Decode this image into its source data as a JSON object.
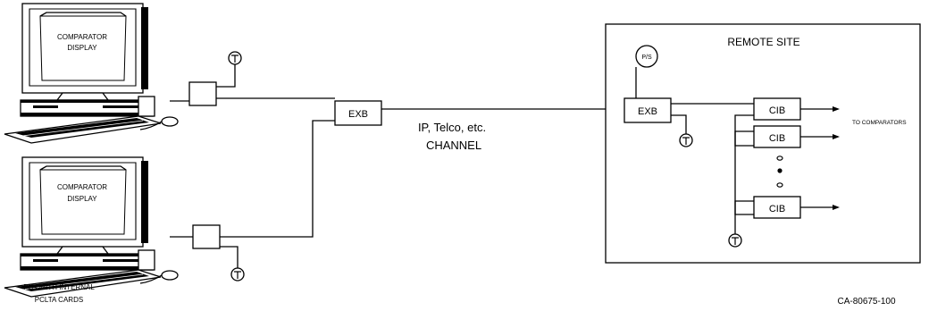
{
  "diagram": {
    "pc_top_screen_line1": "COMPARATOR",
    "pc_top_screen_line2": "DISPLAY",
    "pc_bottom_screen_line1": "COMPARATOR",
    "pc_bottom_screen_line2": "DISPLAY",
    "pcs_caption_line1": "PCs WITH INTERNAL",
    "pcs_caption_line2": "PCLTA CARDS",
    "exb_left": "EXB",
    "channel_line1": "IP, Telco, etc.",
    "channel_line2": "CHANNEL",
    "remote_site_title": "REMOTE SITE",
    "power_supply": "P/S",
    "exb_remote": "EXB",
    "cib_1": "CIB",
    "cib_2": "CIB",
    "cib_3": "CIB",
    "to_comparators": "TO COMPARATORS",
    "drawing_number": "CA-80675-100",
    "icons": [
      "computer-icon",
      "terminator-icon",
      "power-supply-icon"
    ]
  }
}
